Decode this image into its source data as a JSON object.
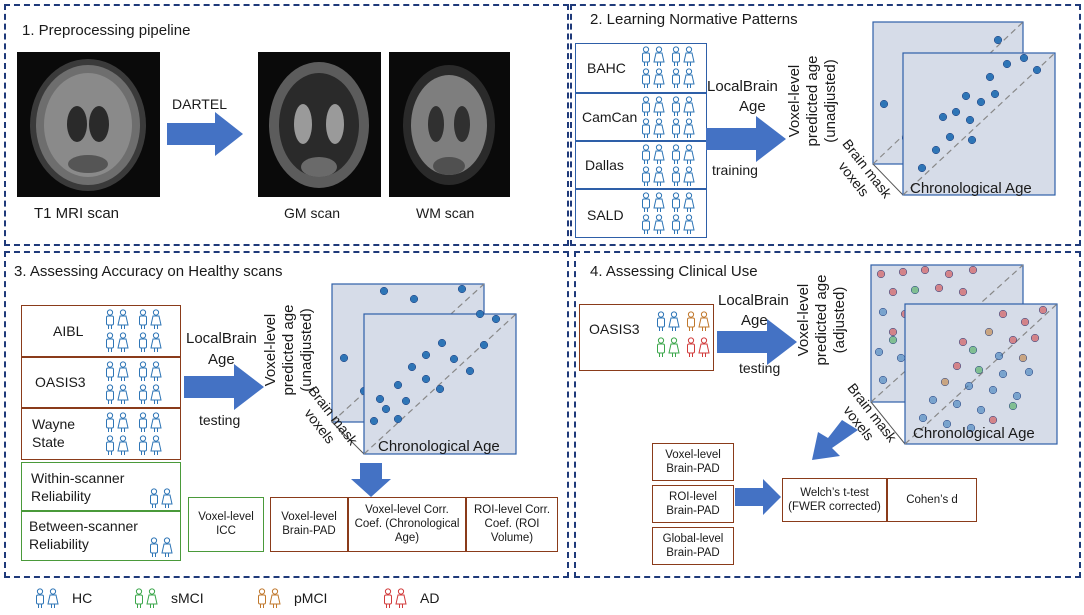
{
  "colors": {
    "panel_border": "#1f3a7a",
    "arrow": "#4472c4",
    "plot_fill": "#d6dce8",
    "hc": "#2e75b6",
    "smci": "#3aa64a",
    "pmci": "#c0782d",
    "ad": "#d13a3a"
  },
  "panel1": {
    "title": "1. Preprocessing pipeline",
    "arrow_label": "DARTEL",
    "t1_label": "T1 MRI scan",
    "gm_label": "GM scan",
    "wm_label": "WM scan"
  },
  "panel2": {
    "title": "2. Learning Normative Patterns",
    "datasets": [
      "BAHC",
      "CamCan",
      "Dallas",
      "SALD"
    ],
    "method_line1": "LocalBrain",
    "method_line2": "Age",
    "action": "training",
    "ylabel_line1": "Voxel-level",
    "ylabel_line2": "predicted age",
    "ylabel_line3": "(unadjusted)",
    "zlabel_line1": "Brain mask",
    "zlabel_line2": "voxels",
    "xlabel": "Chronological Age"
  },
  "panel3": {
    "title": "3. Assessing Accuracy on Healthy scans",
    "datasets": [
      "AIBL",
      "OASIS3",
      "Wayne State"
    ],
    "method_line1": "LocalBrain",
    "method_line2": "Age",
    "action": "testing",
    "ylabel_line1": "Voxel-level",
    "ylabel_line2": "predicted age",
    "ylabel_line3": "(unadjusted)",
    "zlabel_line1": "Brain mask",
    "zlabel_line2": "voxels",
    "xlabel": "Chronological Age",
    "reliability": [
      "Within-scanner Reliability",
      "Between-scanner Reliability"
    ],
    "icc": "Voxel-level ICC",
    "metrics": [
      "Voxel-level Brain-PAD",
      "Voxel-level Corr. Coef. (Chronological Age)",
      "ROI-level Corr. Coef. (ROI Volume)"
    ]
  },
  "panel4": {
    "title": "4. Assessing Clinical Use",
    "dataset": "OASIS3",
    "method_line1": "LocalBrain",
    "method_line2": "Age",
    "action": "testing",
    "ylabel_line1": "Voxel-level",
    "ylabel_line2": "predicted age",
    "ylabel_line3": "(adjusted)",
    "zlabel_line1": "Brain mask",
    "zlabel_line2": "voxels",
    "xlabel": "Chronological Age",
    "levels": [
      "Voxel-level Brain-PAD",
      "ROI-level Brain-PAD",
      "Global-level Brain-PAD"
    ],
    "test": "Welch’s t-test (FWER corrected)",
    "effect": "Cohen’s d"
  },
  "legend": [
    {
      "label": "HC",
      "color": "hc"
    },
    {
      "label": "sMCI",
      "color": "smci"
    },
    {
      "label": "pMCI",
      "color": "pmci"
    },
    {
      "label": "AD",
      "color": "ad"
    }
  ]
}
